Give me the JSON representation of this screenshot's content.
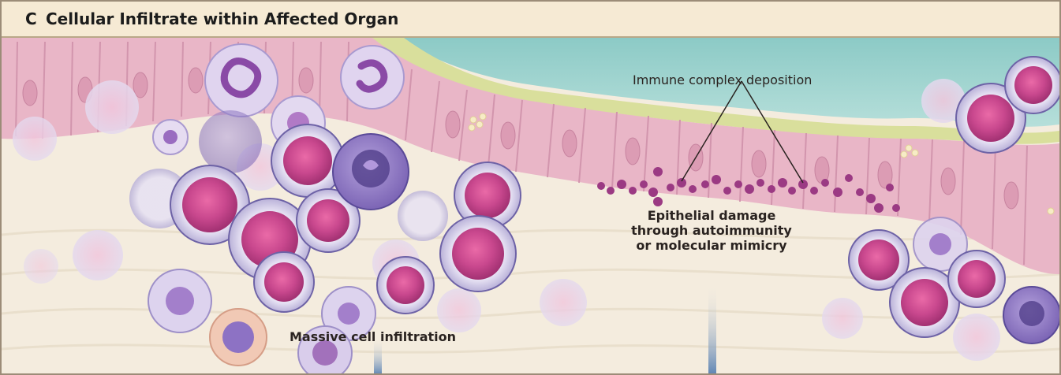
{
  "header": {
    "panel_letter": "C",
    "title": "Cellular Infiltrate within Affected Organ"
  },
  "labels": {
    "immune_complex": "Immune complex deposition",
    "epithelial_line1": "Epithelial damage",
    "epithelial_line2": "through autoimmunity",
    "epithelial_line3": "or molecular mimicry",
    "massive_infiltration": "Massive cell infiltration"
  },
  "colors": {
    "lumen": "#9fd3cf",
    "basement_membrane": "#d9df9c",
    "epithelium": "#e9b6c7",
    "tissue": "#f4ecde",
    "plasma_cell": "#c9488e",
    "complex_dot": "#9b3a83",
    "pointer_line": "#6f90b8"
  }
}
